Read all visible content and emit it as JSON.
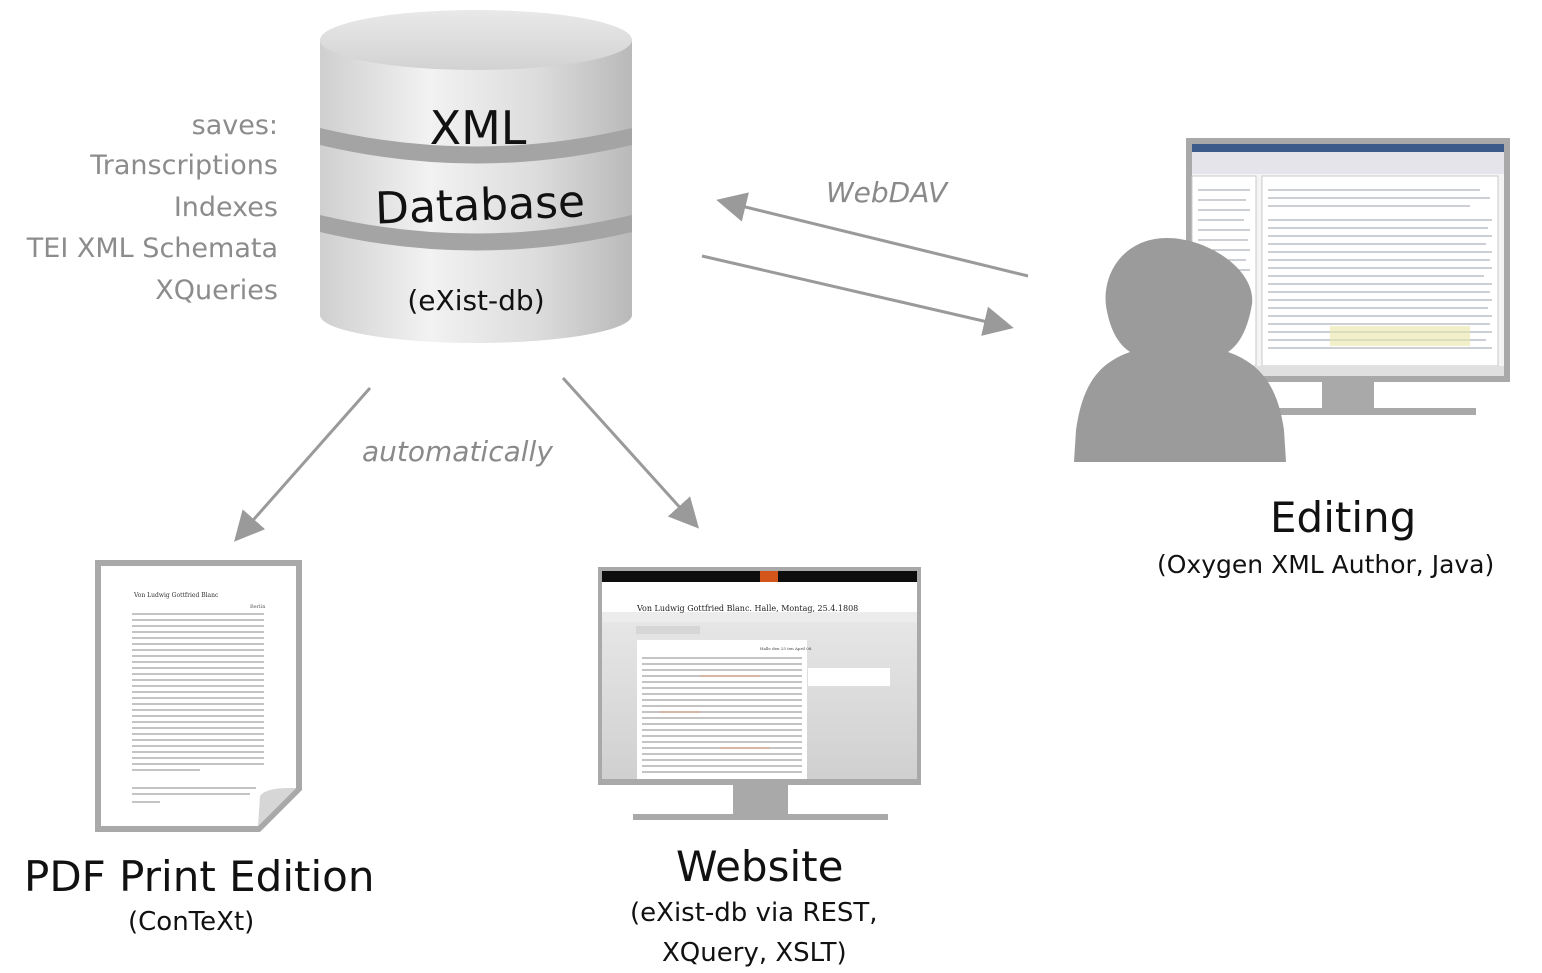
{
  "database": {
    "line1": "XML",
    "line2": "Database",
    "line3": "(eXist-db)"
  },
  "saves": {
    "label": "saves:",
    "items": [
      "Transcriptions",
      "Indexes",
      "TEI XML Schemata",
      "XQueries"
    ]
  },
  "connections": {
    "webdav": "WebDAV",
    "automatically": "automatically"
  },
  "editing": {
    "title": "Editing",
    "subtitle": "(Oxygen XML Author, Java)"
  },
  "pdf": {
    "title": "PDF Print Edition",
    "subtitle": "(ConTeXt)",
    "doc_heading": "Von Ludwig Gottfried Blanc",
    "doc_subheading": "Berlin"
  },
  "website": {
    "title": "Website",
    "subtitle_line1": "(eXist-db via REST,",
    "subtitle_line2": "XQuery, XSLT)",
    "page_heading": "Von Ludwig Gottfried Blanc. Halle, Montag, 25.4.1808",
    "page_date": "Halle den 25 ten April 08."
  },
  "colors": {
    "arrow": "#9a9a9a",
    "cylinder_band": "#a4a4a4",
    "person": "#9b9b9b",
    "monitor": "#a9a9a9",
    "site_bar": "#0d0d0d",
    "site_accent": "#d4551c"
  }
}
